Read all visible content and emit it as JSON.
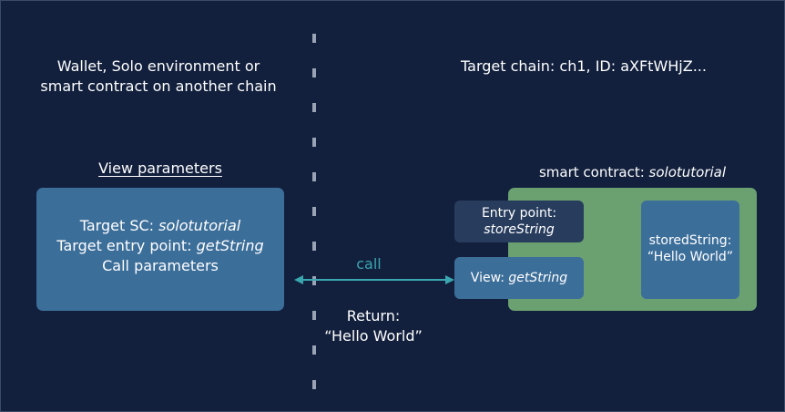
{
  "left_heading": {
    "line1": "Wallet, Solo environment or",
    "line2": "smart contract on another chain"
  },
  "right_heading": "Target chain: ch1, ID: aXFtWHjZ...",
  "view_params": {
    "title": "View parameters",
    "target_sc_label": "Target SC: ",
    "target_sc_value": "solotutorial",
    "entry_point_label": "Target entry point: ",
    "entry_point_value": "getString",
    "call_params": "Call parameters"
  },
  "call_label": "call",
  "return": {
    "line1": "Return:",
    "line2": "“Hello World”"
  },
  "smart_contract": {
    "title_label": "smart contract: ",
    "title_value": "solotutorial",
    "entry_label": "Entry point:",
    "entry_value": "storeString",
    "view_label": "View: ",
    "view_value": "getString",
    "stored_label": "storedString:",
    "stored_value": "“Hello World”"
  },
  "colors": {
    "background": "#12203d",
    "blue_box": "#3c6e9a",
    "green_box": "#6ba171",
    "dark_box": "#283d5e",
    "arrow": "#3aa6b0"
  }
}
